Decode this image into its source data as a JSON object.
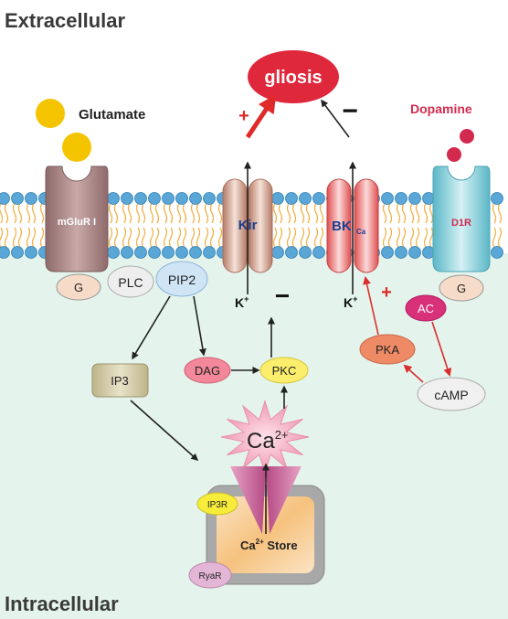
{
  "regions": {
    "extracellular": "Extracellular",
    "intracellular": "Intracellular"
  },
  "outcome": {
    "label": "gliosis",
    "plus": "+",
    "minus": "−"
  },
  "ligands": {
    "glutamate": "Glutamate",
    "dopamine": "Dopamine"
  },
  "receptors": {
    "mglur": "mGluR I",
    "d1r": "D1R"
  },
  "channels": {
    "kir": "Kir",
    "bk": "BK",
    "bk_sub": "Ca",
    "k_ion": "K",
    "k_sup": "+",
    "kir_effect": "−",
    "bk_effect": "+"
  },
  "signaling": {
    "g_left": "G",
    "plc": "PLC",
    "pip2": "PIP2",
    "ip3": "IP3",
    "dag": "DAG",
    "pkc": "PKC",
    "ca": "Ca",
    "ca_sup": "2+",
    "g_right": "G",
    "ac": "AC",
    "pka": "PKA",
    "camp": "cAMP"
  },
  "store": {
    "label_prefix": "Ca",
    "label_sup": "2+",
    "label_suffix": " Store",
    "ip3r": "IP3R",
    "ryar": "RyaR"
  },
  "colors": {
    "cytoplasm": "#e4f4ec",
    "gliosis": "#e0283c",
    "red_arrow": "#d92d2d",
    "black_arrow": "#222222",
    "lipid_head": "#5aa6d6",
    "lipid_tail": "#f0b24a",
    "kir_label": "#1f3f8f",
    "dopamine": "#d22a4f"
  }
}
